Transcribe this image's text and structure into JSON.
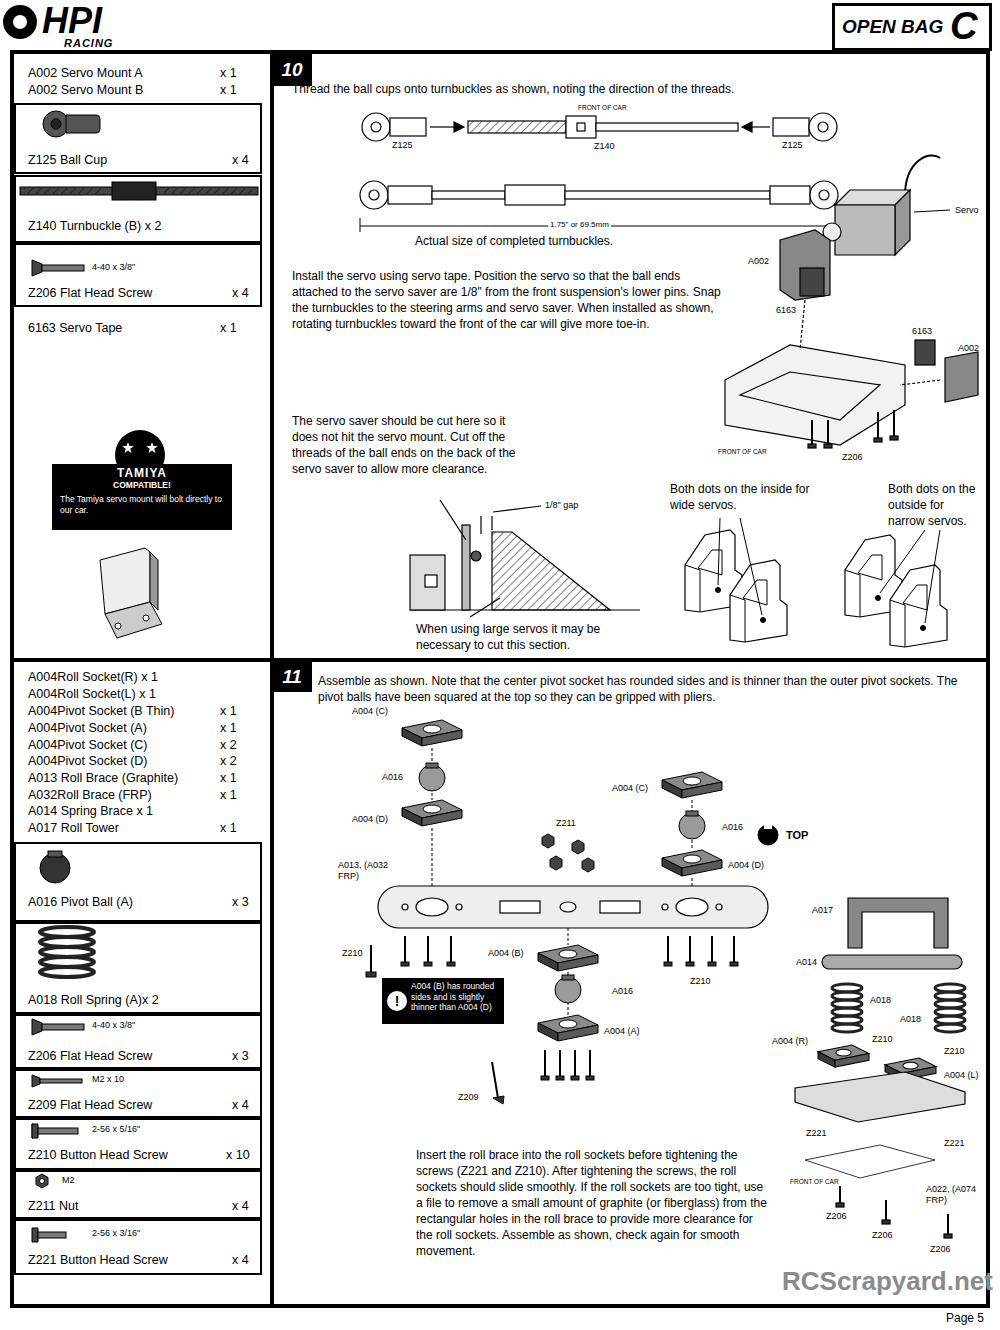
{
  "diagram": {
    "nodes": [
      {
        "text": [
          "OPEN BAG",
          "C"
        ]
      },
      {
        "text": [
          "A002 Servo Mount A",
          "x 1",
          "A002 Servo Mount B",
          "x 1",
          "6163 Servo Tape",
          "x 1"
        ]
      },
      {
        "text": [
          "Z125 Ball Cup",
          "x 4"
        ],
        "in": 1
      },
      {
        "text": [
          "Z140 Turnbuckle (B) x 2"
        ],
        "in": 1
      },
      {
        "text": [
          "4-40 x 3/8\"",
          "Z206 Flat Head Screw",
          "x 4"
        ],
        "in": 1
      },
      {
        "text": [
          "TAMIYA",
          "COMPATIBLE!",
          "The Tamiya servo mount will bolt directly to our car."
        ],
        "in": 1
      },
      {
        "text": [
          "Thread the ball cups onto turnbuckles as shown, noting the direction of the threads.",
          "Actual size of completed turnbuckles.",
          "Install the servo using servo tape. Position the servo so that the ball ends attached to the servo saver are 1/8\" from the front suspension's lower pins. Snap the turnbuckles to the steering arms and servo saver. When installed as shown, rotating turnbuckles toward the front of the car will give more toe-in.",
          "The servo saver should be cut here so it does not hit the servo mount. Cut off the threads of the ball ends on the back of the servo saver to allow more clearance.",
          "When using large servos it may be necessary to cut this section.",
          "Both dots on the inside for wide servos.",
          "Both dots on the outside for narrow servos."
        ]
      },
      {
        "text": [
          "10"
        ],
        "in": 6
      },
      {
        "text": [
          "A004Roll Socket(R) x 1",
          "A004Roll Socket(L) x 1",
          "A004Pivot Socket (B Thin)",
          "x 1",
          "A004Pivot Socket (A)",
          "x 1",
          "A004Pivot Socket (C)",
          "x 2",
          "A004Pivot Socket (D)",
          "x 2",
          "A013 Roll Brace (Graphite)",
          "x 1",
          "A032Roll Brace (FRP)",
          "x 1",
          "A014 Spring Brace x 1",
          "A017 Roll Tower",
          "x 1"
        ]
      },
      {
        "text": [
          "A016 Pivot Ball (A)",
          "x 3"
        ],
        "in": 8
      },
      {
        "text": [
          "A018 Roll Spring (A)x 2"
        ],
        "in": 8
      },
      {
        "text": [
          "4-40 x 3/8\"",
          "Z206 Flat Head Screw",
          "x 3"
        ],
        "in": 8
      },
      {
        "text": [
          "M2 x 10",
          "Z209 Flat Head Screw",
          "x 4"
        ],
        "in": 8
      },
      {
        "text": [
          "2-56 x 5/16\"",
          "Z210 Button Head Screw",
          "x 10"
        ],
        "in": 8
      },
      {
        "text": [
          "M2",
          "Z211 Nut",
          "x 4"
        ],
        "in": 8
      },
      {
        "text": [
          "2-56 x 3/16\"",
          "Z221 Button Head Screw",
          "x 4"
        ],
        "in": 8
      },
      {
        "text": [
          "Assemble as shown. Note that the center pivot socket has rounded sides and is thinner than the outer pivot sockets. The pivot balls have been squared at the top so they can be gripped with pliers.",
          "Insert the roll brace into the roll sockets before tightening the screws (Z221 and Z210). After tightening the screws, the roll sockets should slide smoothly. If the roll sockets are too tight, use a file to remove a small amount of graphite (or fiberglass) from the rectangular holes in the roll brace to provide more clearance for the roll sockets. Assemble as shown, check again for smooth movement."
        ]
      },
      {
        "text": [
          "11"
        ],
        "in": 16
      },
      {
        "text": [
          "!",
          "A004 (B) has rounded sides and is slightly thinner than A004 (D)"
        ],
        "in": 16
      }
    ],
    "labels": [
      "HPI",
      "RACING",
      "FRONT OF CAR",
      "Z125",
      "Z140",
      "Z125",
      "1.75\" or 69.5mm",
      "Servo",
      "A002",
      "6163",
      "6163",
      "A002",
      "FRONT OF CAR",
      "Z206",
      "1/8\" gap",
      "A004 (C)",
      "A016",
      "A004 (D)",
      "Z211",
      "A004 (C)",
      "A016",
      "TOP",
      "A004 (D)",
      "A013, (A032 FRP)",
      "Z210",
      "A004 (B)",
      "A016",
      "A004 (A)",
      "Z210",
      "Z209",
      "A017",
      "A014",
      "A018",
      "A018",
      "A004 (R)",
      "Z210",
      "Z210",
      "A004 (L)",
      "Z221",
      "Z221",
      "FRONT OF CAR",
      "A022, (A074 FRP)",
      "Z206",
      "Z206",
      "Z206",
      "RCScrapyard.net",
      "Page 5"
    ]
  }
}
